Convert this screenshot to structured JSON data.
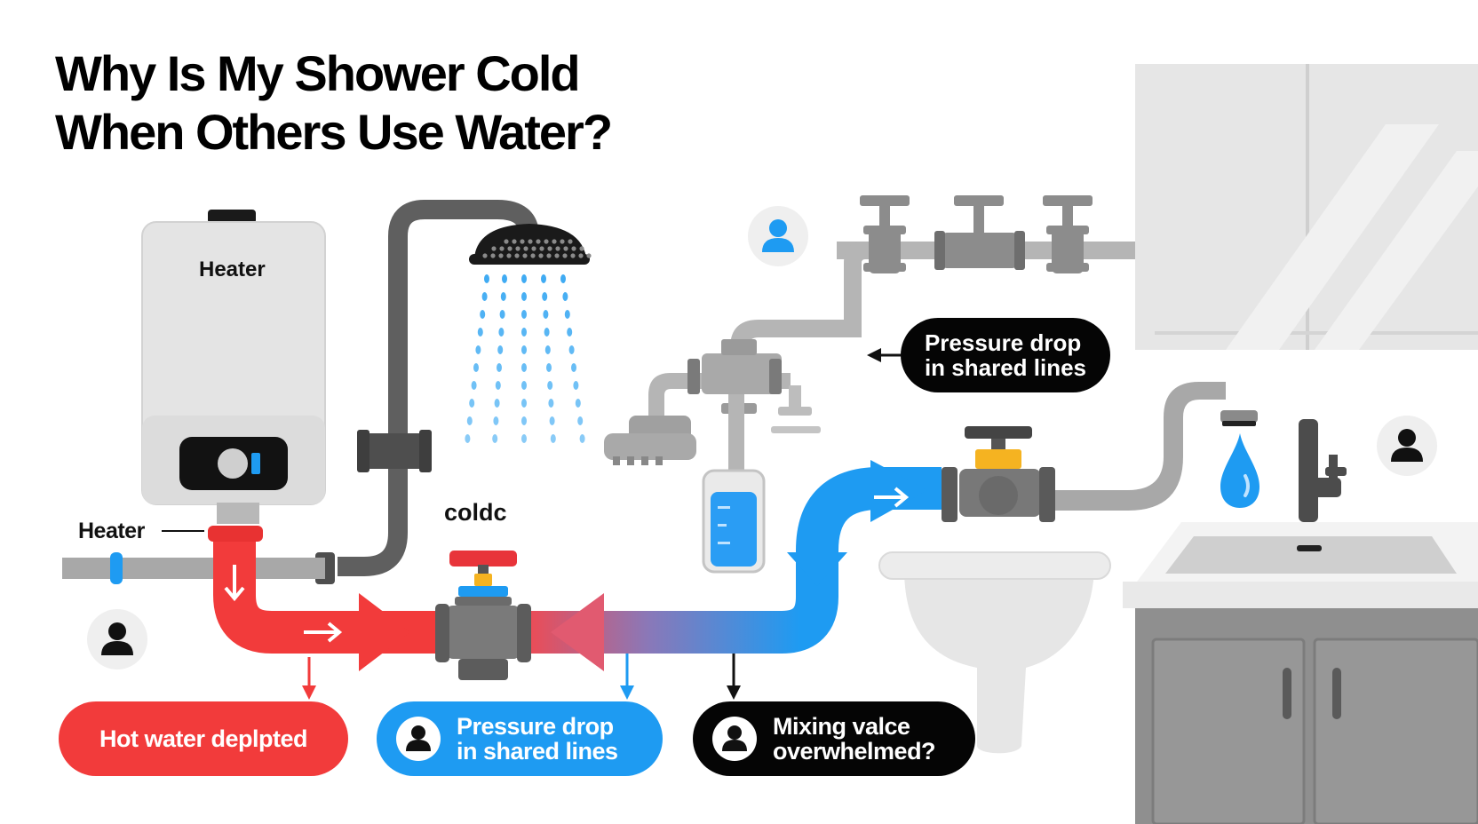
{
  "title": {
    "line1": "Why Is My Shower Cold",
    "line2": "When Others Use Water?"
  },
  "labels": {
    "heater_panel": "Heater",
    "heater_pointer": "Heater",
    "cold_valve": "coldc"
  },
  "callouts": {
    "top": {
      "line1": "Pressure drop",
      "line2": "in shared lines"
    },
    "hot_water": {
      "text": "Hot water deplpted"
    },
    "pressure": {
      "line1": "Pressure drop",
      "line2": "in shared lines"
    },
    "mixing": {
      "line1": "Mixing valce",
      "line2": "overwhelmed?"
    }
  },
  "colors": {
    "hot": "#f23b3b",
    "cold": "#1e9bf2",
    "pipe_gray": "#9a9a9a",
    "pipe_dark": "#5e5e5e",
    "valve_handle_red": "#e8343a",
    "valve_handle_yellow": "#f5b321",
    "callout_black": "#050505"
  },
  "icons": [
    "user-icon",
    "shower-head-icon",
    "water-heater-icon",
    "valve-icon",
    "faucet-icon",
    "water-drop-icon",
    "sink-icon",
    "arrow-right-icon",
    "arrow-down-icon",
    "arrow-left-icon"
  ]
}
